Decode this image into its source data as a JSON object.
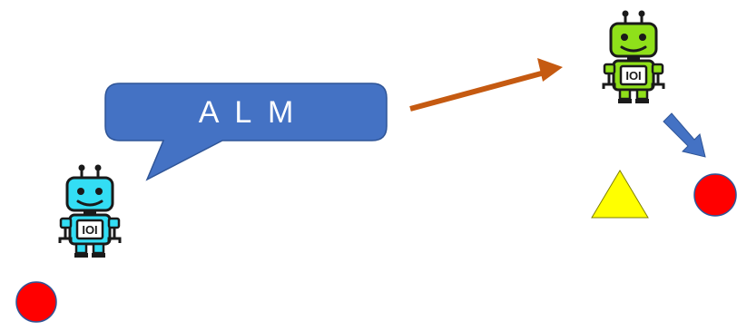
{
  "bubble": {
    "text": "A  L  M",
    "fill": "#4472c4",
    "stroke": "#2f5597"
  },
  "robots": [
    {
      "id": "sender",
      "body_color": "#33ddf4",
      "outline": "#1a1a1a",
      "chest_text": "IOI",
      "icon": "robot-icon"
    },
    {
      "id": "receiver",
      "body_color": "#8fe01a",
      "outline": "#1a1a1a",
      "chest_text": "IOI",
      "icon": "robot-icon"
    }
  ],
  "arrows": [
    {
      "id": "message-arrow",
      "color": "#c55a11"
    },
    {
      "id": "action-arrow",
      "color": "#4472c4"
    }
  ],
  "objects": [
    {
      "id": "ball-left",
      "shape": "circle",
      "color": "#ff0000"
    },
    {
      "id": "ball-right",
      "shape": "circle",
      "color": "#ff0000"
    },
    {
      "id": "triangle",
      "shape": "triangle",
      "color": "#ffff00"
    }
  ]
}
